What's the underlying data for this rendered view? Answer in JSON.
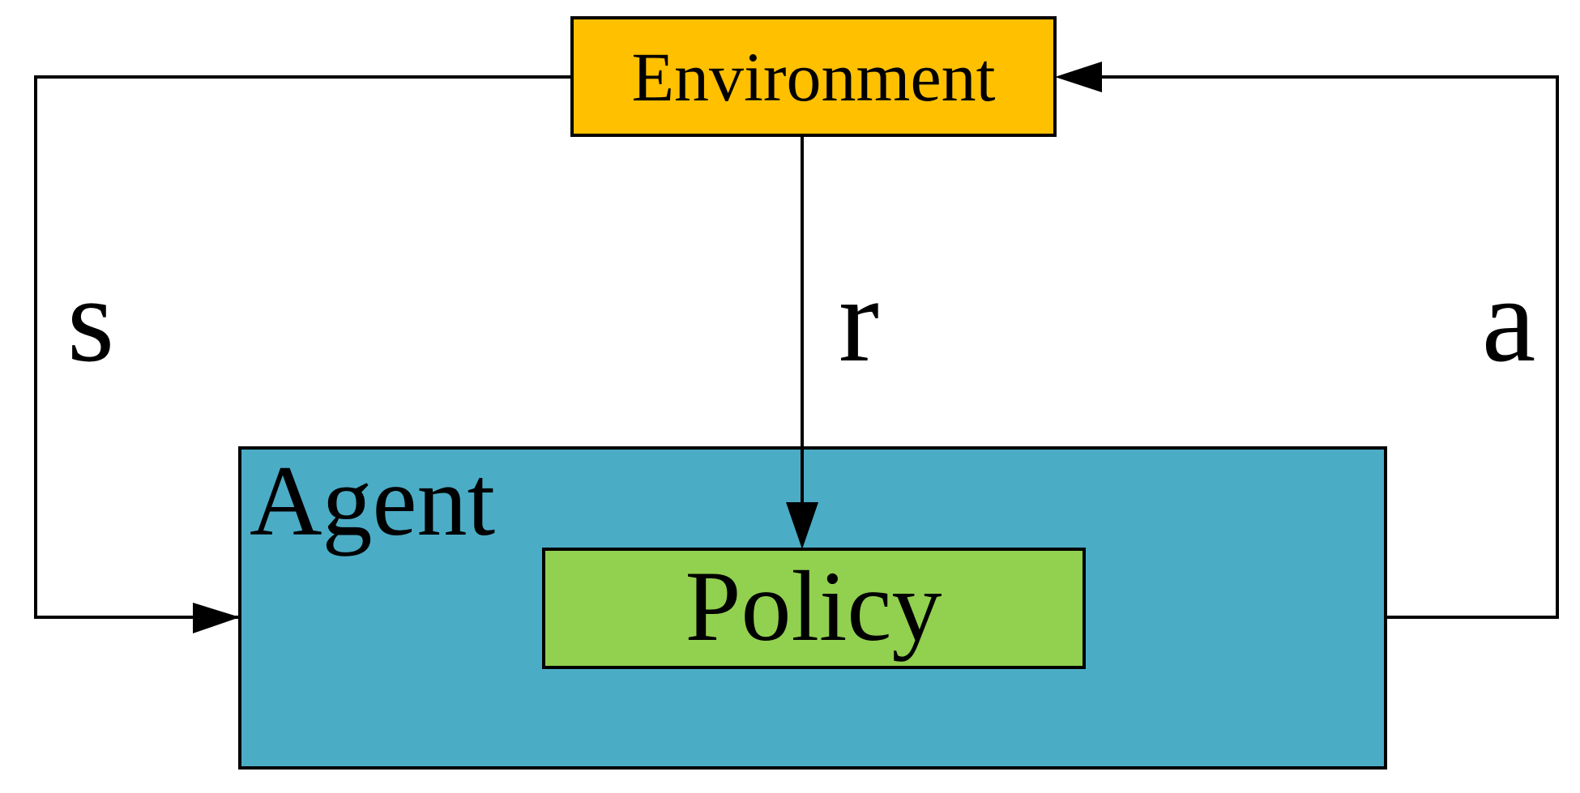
{
  "nodes": {
    "environment": {
      "label": "Environment",
      "color": "#FFC000"
    },
    "agent": {
      "label": "Agent",
      "color": "#4BACC6"
    },
    "policy": {
      "label": "Policy",
      "color": "#92D050"
    }
  },
  "edges": {
    "state": {
      "label": "s"
    },
    "reward": {
      "label": "r"
    },
    "action": {
      "label": "a"
    }
  },
  "line_color": "#000000"
}
